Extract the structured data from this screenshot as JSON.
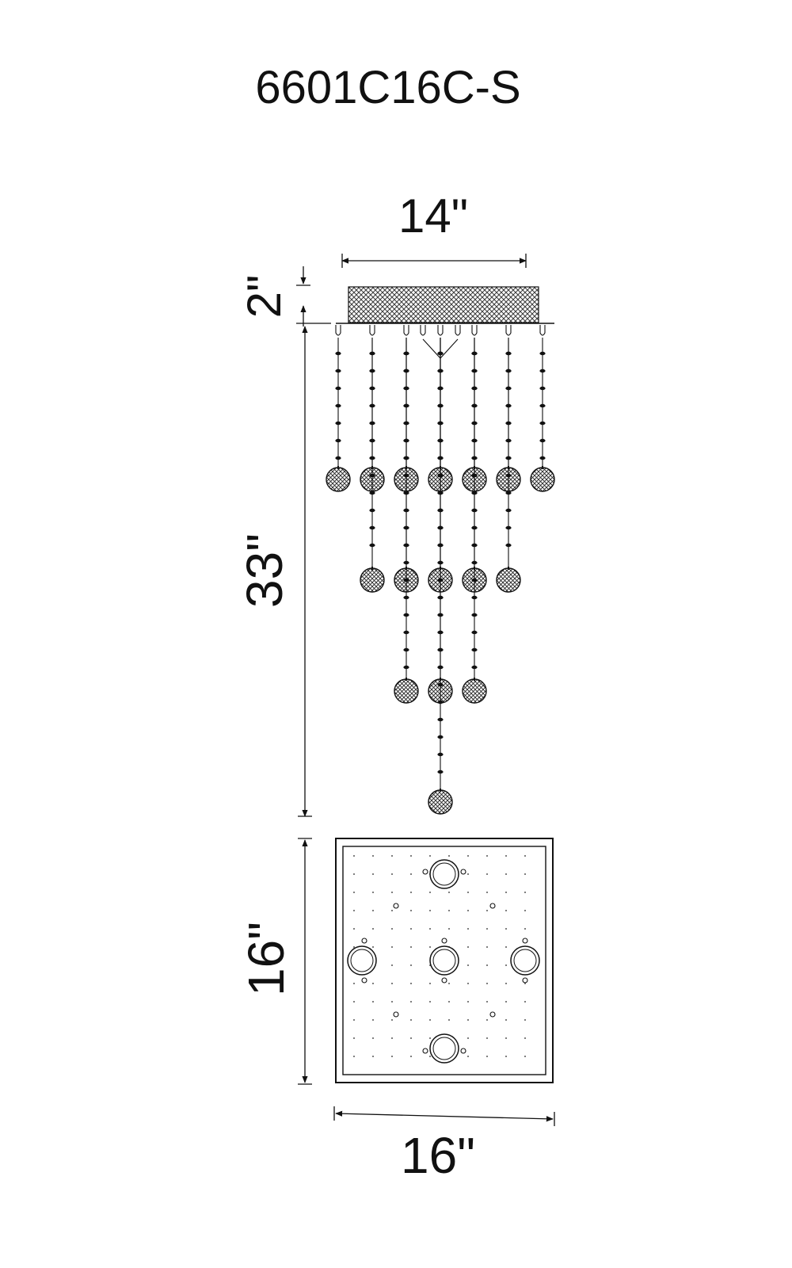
{
  "model_number": "6601C16C-S",
  "dimensions": {
    "canopy_width": "14\"",
    "canopy_height": "2\"",
    "drop_height": "33\"",
    "base_depth": "16\"",
    "base_width": "16\""
  },
  "colors": {
    "line": "#111111",
    "canopy_mesh": "#3a3a3a",
    "background": "#ffffff"
  }
}
